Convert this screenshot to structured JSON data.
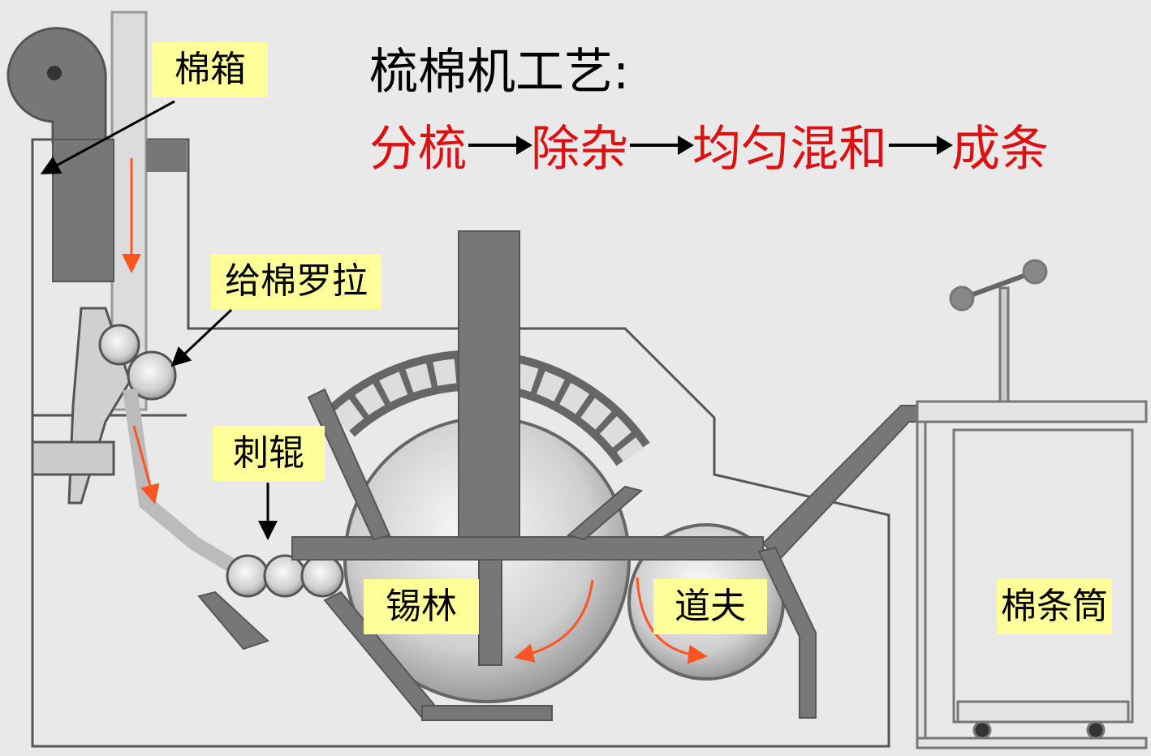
{
  "title": "梳棉机工艺:",
  "flow_steps": [
    "分梳",
    "除杂",
    "均匀混和",
    "成条"
  ],
  "labels": {
    "cotton_box": "棉箱",
    "feed_roller": "给棉罗拉",
    "licker_in": "刺辊",
    "cylinder": "锡林",
    "doffer": "道夫",
    "sliver_can": "棉条筒"
  },
  "colors": {
    "label_bg": "#ffff99",
    "flow_text": "#dd1111",
    "flow_arrow": "#ff5522"
  }
}
